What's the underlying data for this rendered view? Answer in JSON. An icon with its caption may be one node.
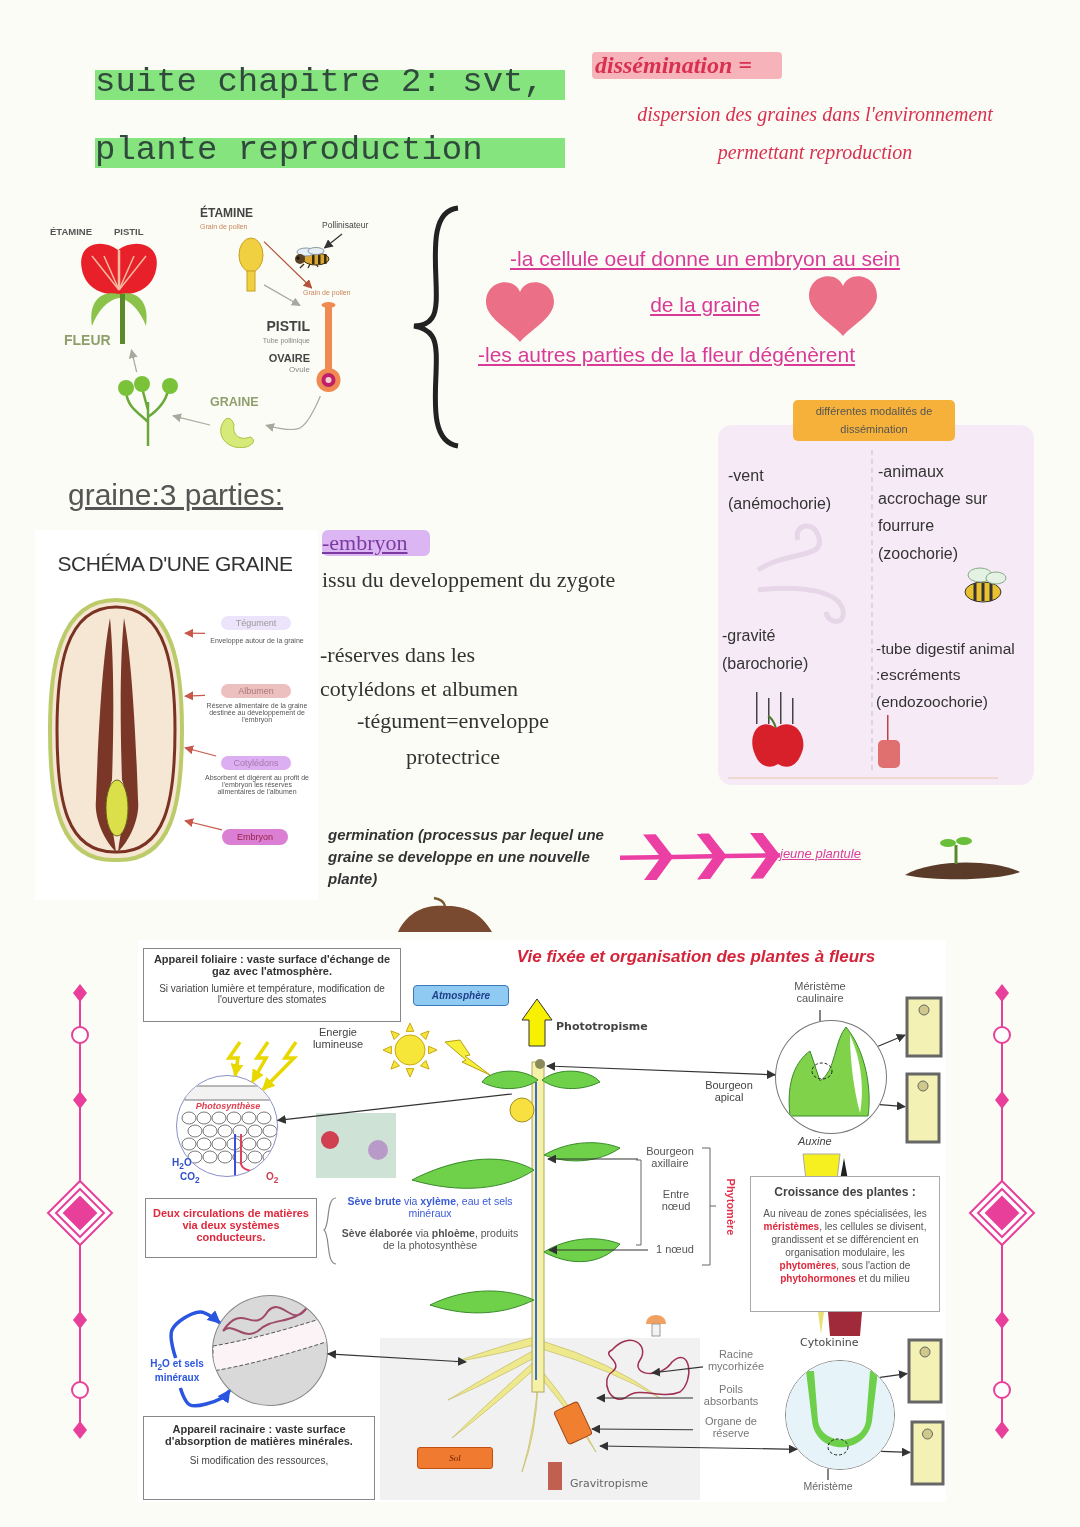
{
  "diagram": {
    "title": "suite chapitre 2: svt, plante reproduction",
    "nodes": [
      {
        "text": [
          "FLEUR"
        ]
      },
      {
        "text": [
          "ÉTAMINE",
          "Grain de pollen"
        ]
      },
      {
        "text": [
          "Pollinisateur"
        ]
      },
      {
        "text": [
          "Grain de pollen",
          "PISTIL",
          "Tube pollinique",
          "OVAIRE",
          "Ovule"
        ]
      },
      {
        "text": [
          "GRAINE"
        ]
      },
      {
        "text": [],
        "shape": "picture"
      },
      {
        "text": [
          "SCHÉMA D'UNE GRAINE"
        ]
      },
      {
        "text": [],
        "shape": "picture",
        "in": 6
      },
      {
        "text": [
          "Tégument",
          "Enveloppe autour de la graine"
        ],
        "in": 6
      },
      {
        "text": [
          "Albumen",
          "Réserve alimentaire de la graine destinée au développement de l'embryon"
        ],
        "in": 6
      },
      {
        "text": [
          "Cotylédons",
          "Absorbent et digèrent au profit de l'embryon les réserves alimentaires de l'albumen"
        ],
        "in": 6
      },
      {
        "text": [
          "Embryon"
        ],
        "in": 6
      },
      {
        "text": [
          "différentes modalités de dissémination",
          "-vent (anémochorie)",
          "-animaux accrochage sur fourrure (zoochorie)",
          "-gravité (barochorie)",
          "-tube digestif animal :escréments (endozoochorie)"
        ]
      },
      {
        "text": [
          "germination (processus par lequel une graine se developpe en une nouvelle plante)"
        ]
      },
      {
        "text": [
          "jeune plantule"
        ]
      },
      {
        "text": [
          "Appareil foliaire : vaste surface d'échange de gaz avec l'atmosphère.",
          "Si variation lumière et température, modification de l'ouverture des stomates"
        ]
      },
      {
        "text": [
          "Atmosphère"
        ]
      },
      {
        "text": [
          "Photosynthèse"
        ]
      },
      {
        "text": [
          "Deux circulations de matières via deux systèmes conducteurs."
        ]
      },
      {
        "text": [],
        "shape": "circle"
      },
      {
        "text": [
          "Appareil racinaire : vaste surface d'absorption de matières minérales.",
          "Si modification des ressources,"
        ]
      },
      {
        "text": [
          "Sol"
        ]
      },
      {
        "text": [],
        "shape": "circle"
      },
      {
        "text": [
          "Méristème caulinaire"
        ]
      },
      {
        "text": [],
        "shape": "picture"
      },
      {
        "text": [],
        "shape": "picture"
      },
      {
        "text": [
          "Croissance des plantes :",
          "Au niveau de zones spécialisées, les **méristèmes**, les cellules se divisent, grandissent et se différencient en organisation modulaire, les **phytomères**, sous l'action de **phytohormones** et du milieu"
        ]
      },
      {
        "text": [],
        "shape": "circle"
      },
      {
        "text": [
          "Méristème"
        ]
      },
      {
        "text": [],
        "shape": "picture"
      },
      {
        "text": [],
        "shape": "picture"
      },
      {
        "text": [
          "Bourgeon axillaire"
        ]
      },
      {
        "text": [
          "1 nœud"
        ]
      },
      {
        "text": [
          "Racine mycorhizée"
        ]
      },
      {
        "text": [
          "Poils absorbants"
        ]
      },
      {
        "text": [
          "Organe de réserve"
        ]
      },
      {
        "text": [
          "H$_{2}$O et sels minéraux"
        ]
      },
      {
        "text": [],
        "shape": "picture"
      }
    ],
    "edges": [
      {
        "from": 1,
        "to": 3,
        "arrow": "to",
        "color": "#b5533a"
      },
      {
        "from": 1,
        "to": 3,
        "arrow": "to",
        "color": "#a8a89c"
      },
      {
        "from": 2,
        "to": 37,
        "arrow": "to"
      },
      {
        "from": 3,
        "to": 4,
        "arrow": "to",
        "color": "#a8a89c"
      },
      {
        "from": 4,
        "to": 5,
        "arrow": "to",
        "color": "#a8a89c"
      },
      {
        "from": 5,
        "to": 0,
        "arrow": "to",
        "color": "#a8a89c"
      },
      {
        "from": 8,
        "to": 7,
        "arrow": "to",
        "color": "#c8584a"
      },
      {
        "from": 9,
        "to": 7,
        "arrow": "to",
        "color": "#c8584a"
      },
      {
        "from": 10,
        "to": 7,
        "arrow": "to",
        "color": "#c8584a"
      },
      {
        "from": 11,
        "to": 7,
        "arrow": "to",
        "color": "#c8584a"
      },
      {
        "from": 13,
        "to": 14,
        "arrow": "to",
        "style": "thick",
        "color": "#ec3fa3"
      },
      {
        "from": null,
        "to": 17,
        "arrow": "to"
      },
      {
        "from": null,
        "to": 19,
        "arrow": "both"
      },
      {
        "from": null,
        "to": 22,
        "arrow": "both"
      },
      {
        "from": 23,
        "to": 22,
        "arrow": "none"
      },
      {
        "from": 22,
        "to": 24,
        "arrow": "to"
      },
      {
        "from": 22,
        "to": 25,
        "arrow": "to"
      },
      {
        "from": null,
        "to": 27,
        "arrow": "both"
      },
      {
        "from": 28,
        "to": 27,
        "arrow": "none"
      },
      {
        "from": 27,
        "to": 29,
        "arrow": "to"
      },
      {
        "from": 27,
        "to": 30,
        "arrow": "to"
      },
      {
        "from": 31,
        "to": null,
        "arrow": "to"
      },
      {
        "from": 32,
        "to": null,
        "arrow": "to"
      },
      {
        "from": 33,
        "to": null,
        "arrow": "to"
      },
      {
        "from": 34,
        "to": null,
        "arrow": "to"
      },
      {
        "from": 35,
        "to": null,
        "arrow": "to"
      },
      {
        "from": 36,
        "to": 19,
        "arrow": "to",
        "style": "thick",
        "color": "#2a55e0"
      },
      {
        "from": 36,
        "to": 19,
        "arrow": "to",
        "style": "thick",
        "color": "#2a55e0"
      },
      {
        "from": null,
        "to": 17,
        "arrow": "to",
        "style": "thick",
        "color": "#e8d800"
      },
      {
        "from": null,
        "to": 17,
        "arrow": "to",
        "style": "thick",
        "color": "#e8d800"
      },
      {
        "from": null,
        "to": 17,
        "arrow": "to",
        "style": "thick",
        "color": "#e8d800"
      }
    ],
    "labels": [
      "dissémination =",
      "dispersion des graines dans l'environnement permettant reproduction",
      "ÉTAMINE",
      "PISTIL",
      "-la cellule oeuf donne un embryon au sein de la graine",
      "-les autres parties de la fleur dégénèrent",
      "graine:3 parties:",
      "-embryon",
      "issu du developpement du zygote",
      "-réserves dans les cotylédons et albumen",
      "-tégument=enveloppe protectrice",
      "Vie fixée et organisation des plantes à fleurs",
      "Energie lumineuse",
      "H$_{2}$O",
      "CO$_{2}$",
      "O$_{2}$",
      "Phototropisme",
      "Bourgeon apical",
      "Entre nœud",
      "Phytomère",
      "Auxine",
      "**Sève brute** via **xylème**, eau et sels minéraux",
      "**Sève élaborée** via **phloème**, produits de la photosynthèse",
      "Cytokinine",
      "Gravitropisme"
    ]
  }
}
